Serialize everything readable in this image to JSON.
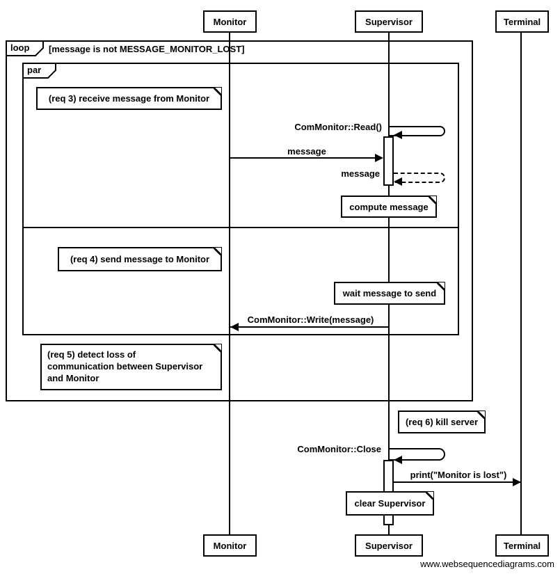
{
  "diagram": {
    "type": "uml-sequence-diagram",
    "participants": [
      {
        "name": "Monitor"
      },
      {
        "name": "Supervisor"
      },
      {
        "name": "Terminal"
      }
    ],
    "frames": {
      "loop": {
        "label": "loop",
        "guard": "[message is not MESSAGE_MONITOR_LOST]"
      },
      "par": {
        "label": "par"
      }
    },
    "notes": {
      "req3": "(req 3) receive message from Monitor",
      "compute": "compute message",
      "req4": "(req 4) send message to Monitor",
      "wait": "wait message to send",
      "req5_line1": "(req 5) detect loss of",
      "req5_line2": "communication between Supervisor",
      "req5_line3": "and Monitor",
      "req6": "(req 6) kill server",
      "clear": "clear Supervisor"
    },
    "messages": {
      "read": "ComMonitor::Read()",
      "msg_to_supervisor": "message",
      "msg_return": "message",
      "write": "ComMonitor::Write(message)",
      "close": "ComMonitor::Close",
      "print": "print(\"Monitor is lost\")"
    },
    "watermark": "www.websequencediagrams.com",
    "colors": {
      "line": "#000000",
      "background": "#ffffff"
    }
  }
}
